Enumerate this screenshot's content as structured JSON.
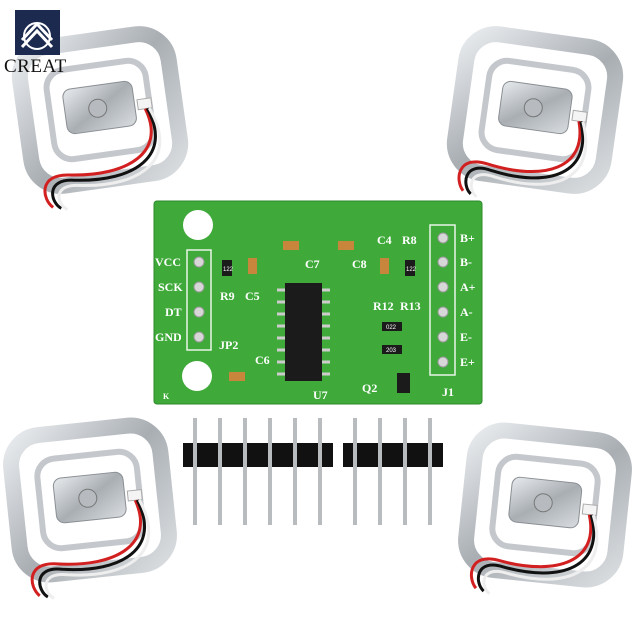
{
  "brand": {
    "name": "CREAT",
    "logo_color": "#1c2a4f"
  },
  "board": {
    "color": "#3faa3a",
    "left_pins": [
      "VCC",
      "SCK",
      "DT",
      "GND"
    ],
    "right_pins": [
      "B+",
      "B-",
      "A+",
      "A-",
      "E-",
      "E+"
    ],
    "designators": [
      "JP2",
      "R9",
      "C5",
      "C7",
      "C8",
      "C4",
      "R8",
      "R12",
      "R13",
      "C6",
      "U7",
      "Q2",
      "J1",
      "K"
    ],
    "resistor_codes": [
      "122",
      "122",
      "022",
      "203"
    ]
  },
  "header_pins": {
    "group1_count": 6,
    "group2_count": 4
  },
  "load_cells": {
    "count": 4,
    "wire_colors": [
      "#d22020",
      "#111111",
      "#eeeeee"
    ]
  }
}
